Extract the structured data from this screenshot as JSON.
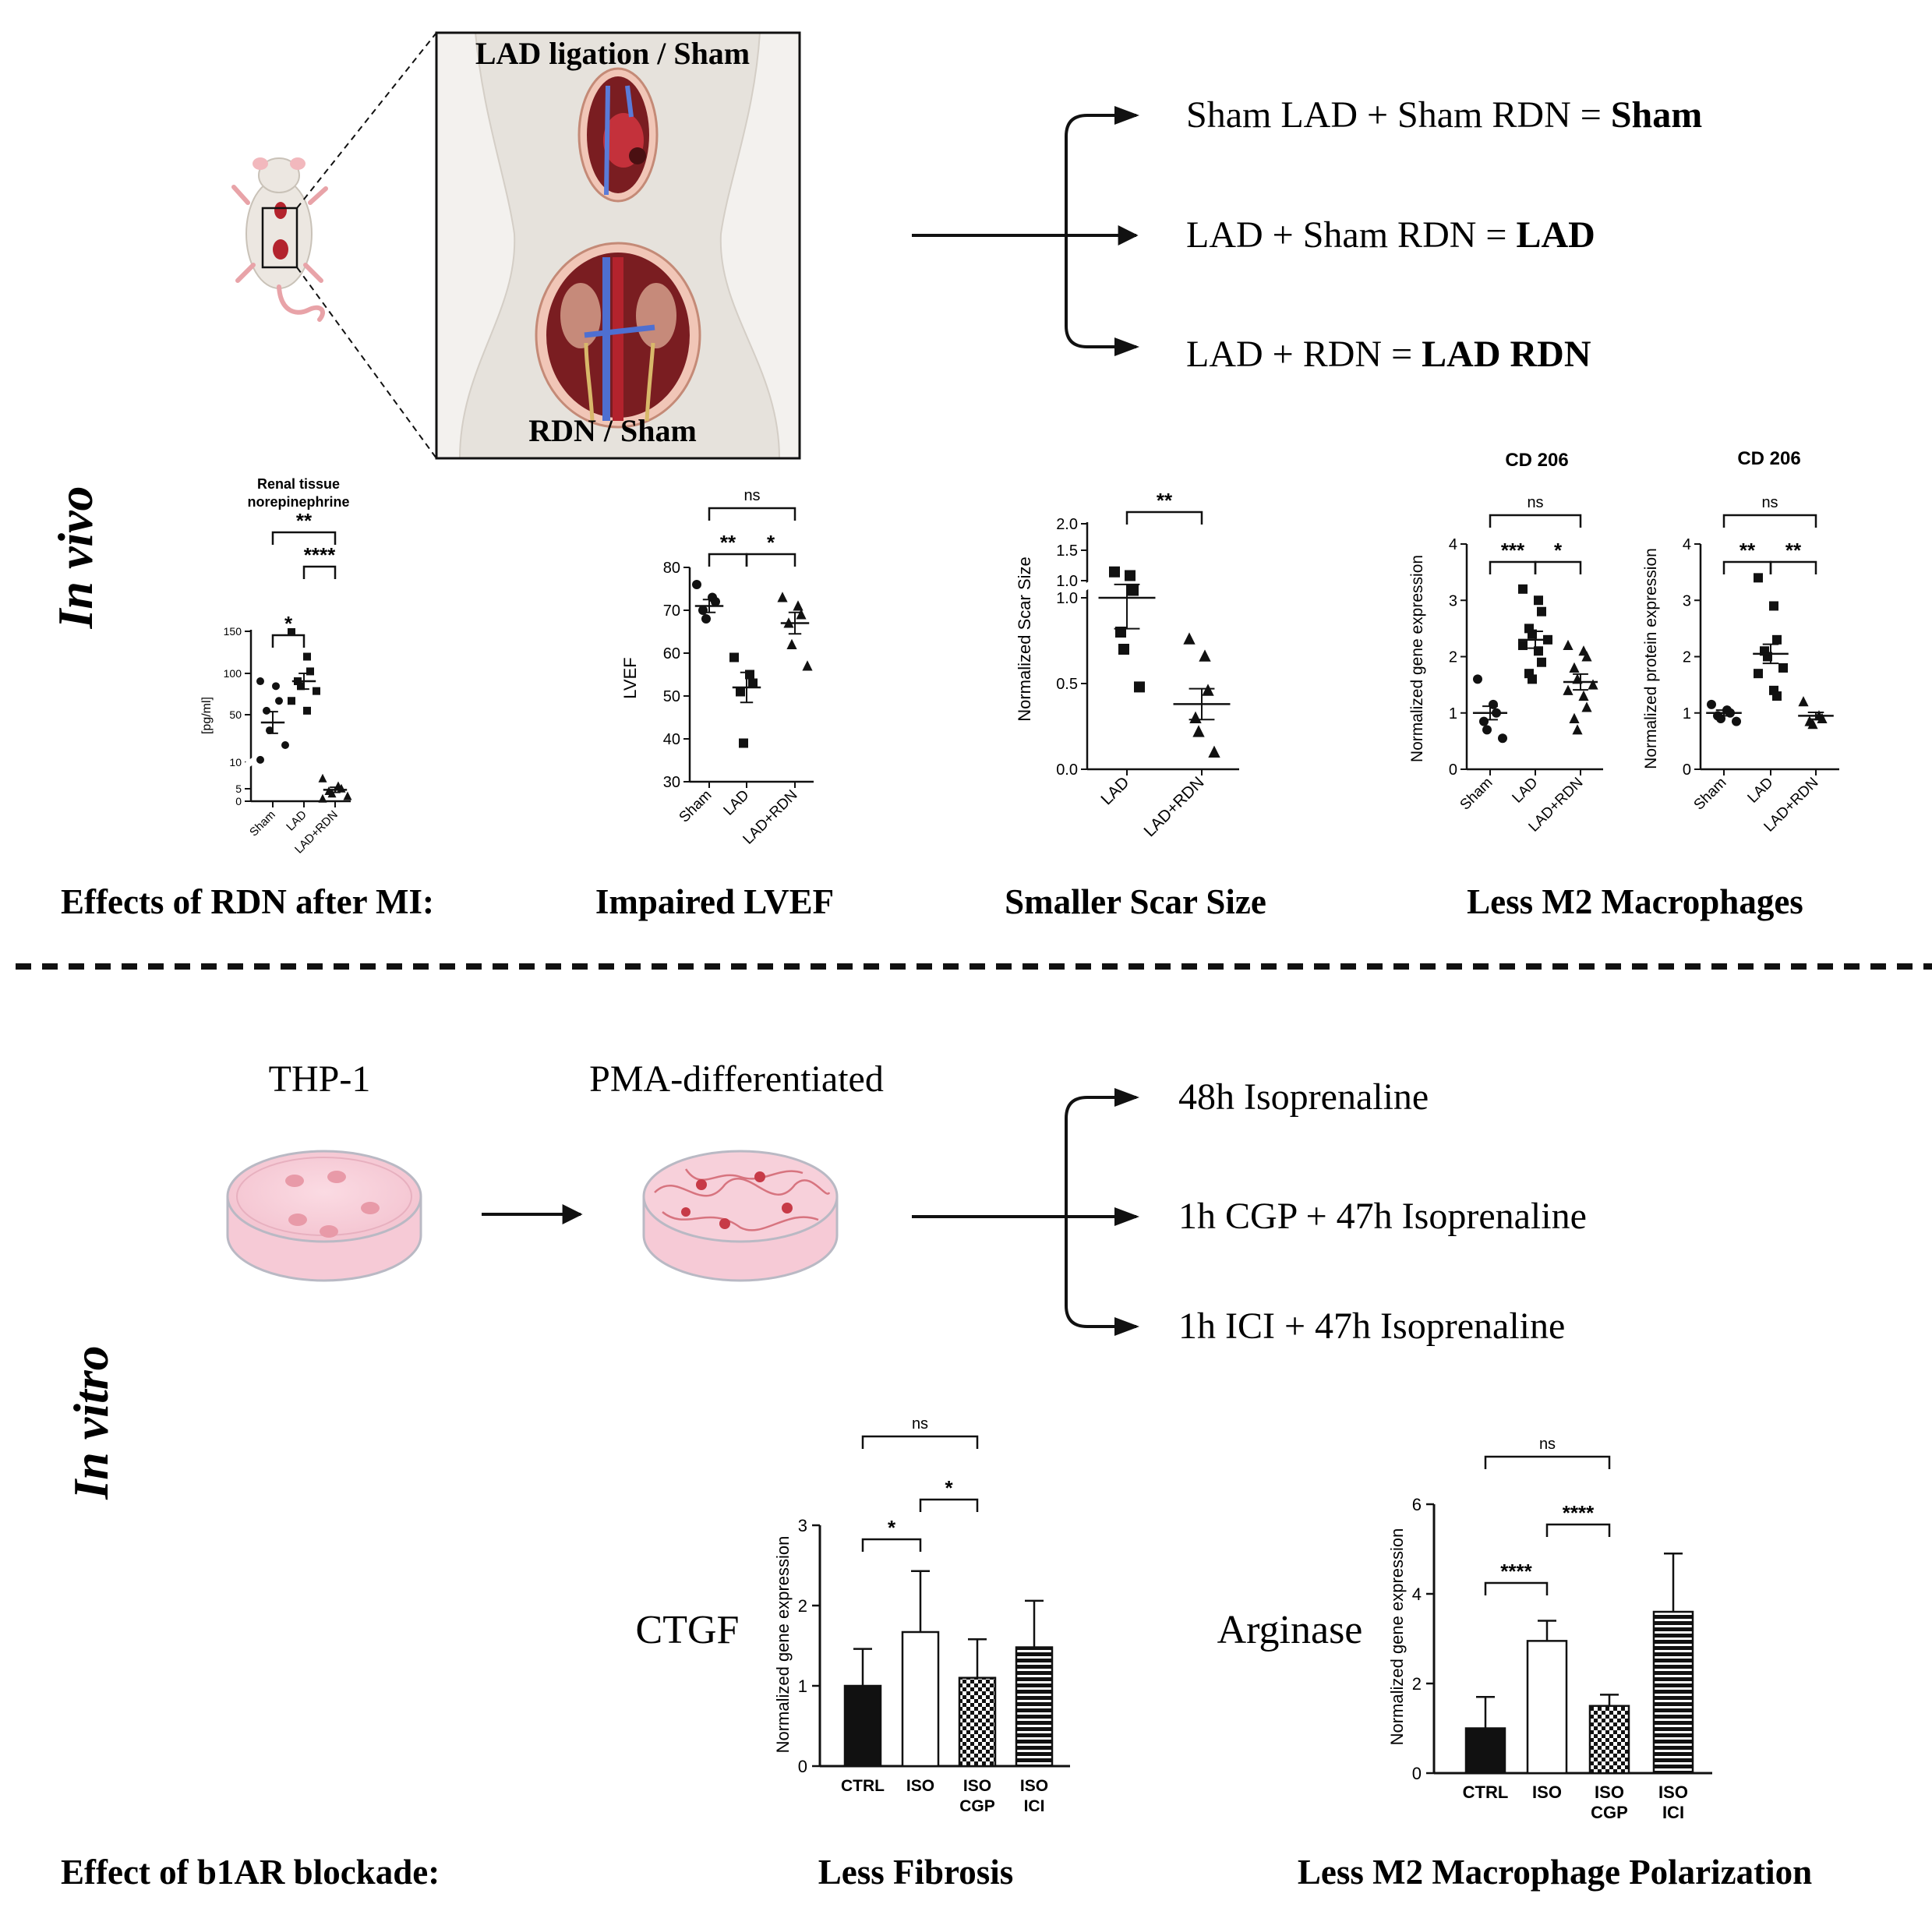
{
  "labels": {
    "in_vivo": "In vivo",
    "in_vitro": "In vitro",
    "lad_ligation": "LAD ligation / Sham",
    "rdn_sham": "RDN / Sham"
  },
  "vivo_groups": [
    {
      "pre": "Sham LAD + Sham RDN = ",
      "bold": "Sham"
    },
    {
      "pre": "LAD + Sham RDN = ",
      "bold": "LAD"
    },
    {
      "pre": "LAD + RDN = ",
      "bold": "LAD RDN"
    }
  ],
  "vitro_steps": {
    "thp1": "THP-1",
    "pma": "PMA-differentiated"
  },
  "vitro_groups": [
    "48h Isoprenaline",
    "1h CGP + 47h Isoprenaline",
    "1h ICI + 47h Isoprenaline"
  ],
  "captions": {
    "effects_rdn": "Effects of RDN after MI:",
    "impaired_lvef": "Impaired LVEF",
    "smaller_scar": "Smaller Scar Size",
    "less_m2": "Less M2 Macrophages",
    "effect_b1ar": "Effect of b1AR blockade:",
    "less_fibrosis": "Less Fibrosis",
    "less_m2_pol": "Less M2 Macrophage Polarization"
  },
  "side_labels": {
    "ctgf": "CTGF",
    "arginase": "Arginase"
  },
  "colors": {
    "dish_pink": "#f6cad6",
    "heart_red": "#b3232d",
    "kidney": "#b8555a",
    "body": "#e6e2dc"
  },
  "chart_data": [
    {
      "type": "scatter",
      "id": "norepinephrine",
      "title": "Renal tissue norepinephrine",
      "ylabel": "[pg/ml]",
      "categories": [
        "Sham",
        "LAD",
        "LAD+RDN"
      ],
      "y_ticks": [
        "0",
        "5",
        "10",
        "50",
        "100",
        "150"
      ],
      "points": [
        [
          100,
          95,
          80,
          70,
          50,
          35,
          20
        ],
        [
          150,
          125,
          110,
          100,
          95,
          90,
          80,
          70
        ],
        [
          9,
          6,
          5,
          4,
          3,
          2,
          1
        ]
      ],
      "means": [
        58,
        100,
        4.5
      ],
      "sem": [
        11,
        8,
        1
      ],
      "significance": [
        {
          "a": 0,
          "b": 1,
          "label": "*"
        },
        {
          "a": 1,
          "b": 2,
          "label": "****"
        },
        {
          "a": 0,
          "b": 2,
          "label": "**"
        }
      ]
    },
    {
      "type": "scatter",
      "id": "lvef",
      "ylabel": "LVEF",
      "ylim": [
        30,
        80
      ],
      "y_ticks": [
        "30",
        "40",
        "50",
        "60",
        "70",
        "80"
      ],
      "categories": [
        "Sham",
        "LAD",
        "LAD+RDN"
      ],
      "points": [
        [
          76,
          73,
          72,
          70,
          68
        ],
        [
          59,
          55,
          53,
          51,
          39
        ],
        [
          73,
          71,
          69,
          67,
          62,
          57
        ]
      ],
      "means": [
        71,
        52,
        67
      ],
      "sem": [
        1.5,
        3.5,
        2.5
      ],
      "significance": [
        {
          "a": 0,
          "b": 1,
          "label": "**"
        },
        {
          "a": 1,
          "b": 2,
          "label": "*"
        },
        {
          "a": 0,
          "b": 2,
          "label": "ns"
        }
      ]
    },
    {
      "type": "scatter",
      "id": "scar",
      "ylabel": "Normalized Scar Size",
      "y_ticks": [
        "0.0",
        "0.5",
        "1.0",
        "1.0",
        "1.5",
        "2.0"
      ],
      "categories": [
        "LAD",
        "LAD+RDN"
      ],
      "points": [
        [
          1.35,
          1.3,
          1.1,
          0.8,
          0.7,
          0.48
        ],
        [
          0.76,
          0.66,
          0.46,
          0.3,
          0.22,
          0.1
        ]
      ],
      "means": [
        1.0,
        0.38
      ],
      "sem": [
        0.18,
        0.09
      ],
      "significance": [
        {
          "a": 0,
          "b": 1,
          "label": "**"
        }
      ]
    },
    {
      "type": "scatter",
      "id": "cd206_gene",
      "title": "CD 206",
      "ylabel": "Normalized gene expression",
      "ylim": [
        0,
        4
      ],
      "y_ticks": [
        "0",
        "1",
        "2",
        "3",
        "4"
      ],
      "categories": [
        "Sham",
        "LAD",
        "LAD+RDN"
      ],
      "points": [
        [
          1.6,
          1.15,
          1.0,
          0.85,
          0.7,
          0.55
        ],
        [
          3.2,
          3.0,
          2.8,
          2.5,
          2.4,
          2.3,
          2.2,
          2.1,
          1.9,
          1.7,
          1.6
        ],
        [
          2.2,
          2.1,
          2.0,
          1.8,
          1.6,
          1.5,
          1.4,
          1.3,
          1.1,
          0.9,
          0.7
        ]
      ],
      "means": [
        1.0,
        2.3,
        1.55
      ],
      "sem": [
        0.12,
        0.15,
        0.14
      ],
      "significance": [
        {
          "a": 0,
          "b": 1,
          "label": "***"
        },
        {
          "a": 1,
          "b": 2,
          "label": "*"
        },
        {
          "a": 0,
          "b": 2,
          "label": "ns"
        }
      ]
    },
    {
      "type": "scatter",
      "id": "cd206_protein",
      "title": "CD 206",
      "ylabel": "Normalized protein expression",
      "ylim": [
        0,
        4
      ],
      "y_ticks": [
        "0",
        "1",
        "2",
        "3",
        "4"
      ],
      "categories": [
        "Sham",
        "LAD",
        "LAD+RDN"
      ],
      "points": [
        [
          1.15,
          1.05,
          1.0,
          0.95,
          0.9,
          0.85
        ],
        [
          3.4,
          2.9,
          2.3,
          2.1,
          2.0,
          1.8,
          1.7,
          1.4,
          1.3
        ],
        [
          1.2,
          0.95,
          0.9,
          0.85,
          0.8
        ]
      ],
      "means": [
        1.0,
        2.05,
        0.95
      ],
      "sem": [
        0.05,
        0.17,
        0.06
      ],
      "significance": [
        {
          "a": 0,
          "b": 1,
          "label": "**"
        },
        {
          "a": 1,
          "b": 2,
          "label": "**"
        },
        {
          "a": 0,
          "b": 2,
          "label": "ns"
        }
      ]
    },
    {
      "type": "bar",
      "id": "ctgf",
      "ylabel": "Normalized gene expression",
      "ylim": [
        0,
        3
      ],
      "y_ticks": [
        "0",
        "1",
        "2",
        "3"
      ],
      "categories": [
        "CTRL",
        "ISO",
        "ISO CGP",
        "ISO ICI"
      ],
      "values": [
        1.0,
        1.67,
        1.1,
        1.48
      ],
      "errors": [
        0.46,
        0.76,
        0.48,
        0.58
      ],
      "fills": [
        "solid",
        "open",
        "checker",
        "stripes"
      ],
      "significance": [
        {
          "a": 0,
          "b": 1,
          "label": "*"
        },
        {
          "a": 1,
          "b": 2,
          "label": "*"
        },
        {
          "a": 0,
          "b": 2,
          "label": "ns"
        }
      ]
    },
    {
      "type": "bar",
      "id": "arginase",
      "ylabel": "Normalized gene expression",
      "ylim": [
        0,
        6
      ],
      "y_ticks": [
        "0",
        "2",
        "4",
        "6"
      ],
      "categories": [
        "CTRL",
        "ISO",
        "ISO CGP",
        "ISO ICI"
      ],
      "values": [
        1.0,
        2.95,
        1.5,
        3.6
      ],
      "errors": [
        0.7,
        0.45,
        0.25,
        1.3
      ],
      "fills": [
        "solid",
        "open",
        "checker",
        "stripes"
      ],
      "significance": [
        {
          "a": 0,
          "b": 1,
          "label": "****"
        },
        {
          "a": 1,
          "b": 2,
          "label": "****"
        },
        {
          "a": 0,
          "b": 2,
          "label": "ns"
        }
      ]
    }
  ]
}
